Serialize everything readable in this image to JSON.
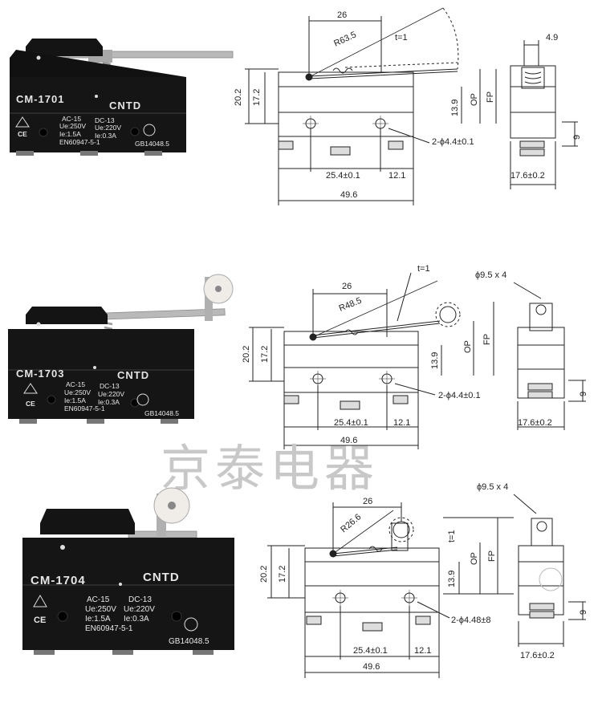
{
  "watermark": "京泰电器",
  "switches": [
    {
      "model": "CM-1701",
      "brand": "CNTD",
      "ac": "AC-15",
      "dc": "DC-13",
      "ue_ac": "Ue:250V",
      "ue_dc": "Ue:220V",
      "ie_ac": "Ie:1.5A",
      "ie_dc": "Ie:0.3A",
      "std": "EN60947-5-1",
      "gb": "GB14048.5",
      "dims": {
        "d26": "26",
        "radius": "R63.5",
        "t": "t=1",
        "w49": "4.9",
        "h202": "20.2",
        "h172": "17.2",
        "h139": "13.9",
        "op": "OP",
        "fp": "FP",
        "hole": "2-ϕ4.4±0.1",
        "d254": "25.4±0.1",
        "d121": "12.1",
        "d496": "49.6",
        "d176": "17.6±0.2",
        "d9": "9"
      }
    },
    {
      "model": "CM-1703",
      "brand": "CNTD",
      "ac": "AC-15",
      "dc": "DC-13",
      "ue_ac": "Ue:250V",
      "ue_dc": "Ue:220V",
      "ie_ac": "Ie:1.5A",
      "ie_dc": "Ie:0.3A",
      "std": "EN60947-5-1",
      "gb": "GB14048.5",
      "dims": {
        "d26": "26",
        "radius": "R48.5",
        "t": "t=1",
        "roller": "ϕ9.5 x 4",
        "h202": "20.2",
        "h172": "17.2",
        "h139": "13.9",
        "op": "OP",
        "fp": "FP",
        "hole": "2-ϕ4.4±0.1",
        "d254": "25.4±0.1",
        "d121": "12.1",
        "d496": "49.6",
        "d176": "17.6±0.2",
        "d9": "9"
      }
    },
    {
      "model": "CM-1704",
      "brand": "CNTD",
      "ac": "AC-15",
      "dc": "DC-13",
      "ue_ac": "Ue:250V",
      "ue_dc": "Ue:220V",
      "ie_ac": "Ie:1.5A",
      "ie_dc": "Ie:0.3A",
      "std": "EN60947-5-1",
      "gb": "GB14048.5",
      "dims": {
        "d26": "26",
        "radius": "R26.6",
        "t": "t=1",
        "roller": "ϕ9.5 x 4",
        "h202": "20.2",
        "h172": "17.2",
        "h139": "13.9",
        "op": "OP",
        "fp": "FP",
        "hole": "2-ϕ4.48±8",
        "d254": "25.4±0.1",
        "d121": "12.1",
        "d496": "49.6",
        "d176": "17.6±0.2",
        "d9": "9"
      }
    }
  ]
}
